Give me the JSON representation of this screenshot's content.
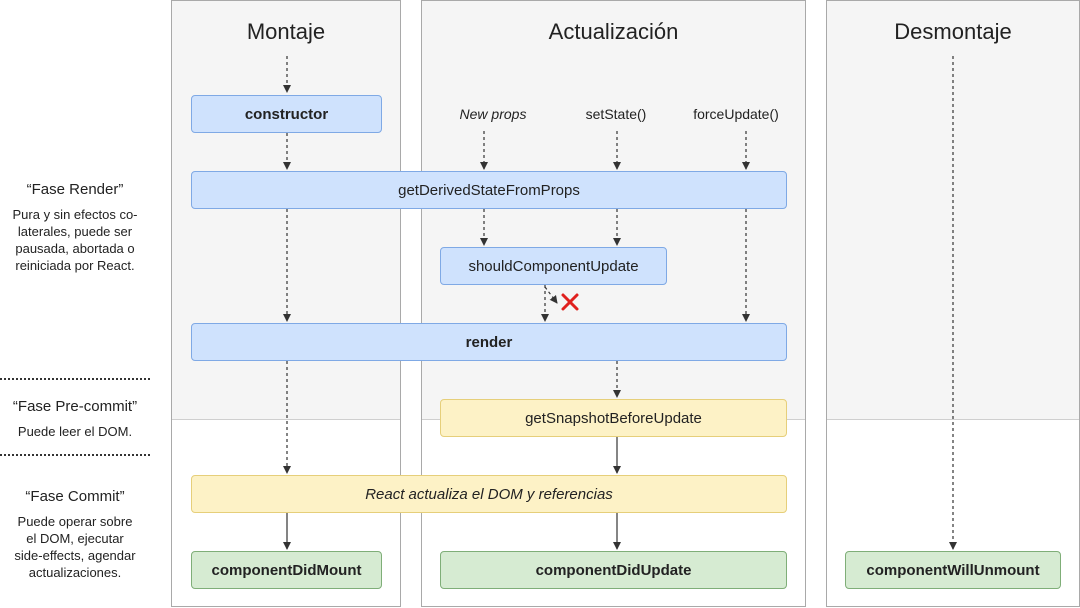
{
  "columns": {
    "mounting": "Montaje",
    "updating": "Actualización",
    "unmounting": "Desmontaje"
  },
  "phases": {
    "render": {
      "title": "“Fase Render”",
      "description": "Pura y sin efectos co-laterales, puede ser pausada, abortada o reiniciada por React."
    },
    "precommit": {
      "title": "“Fase Pre-commit”",
      "description": "Puede leer el DOM."
    },
    "commit": {
      "title": "“Fase Commit”",
      "description": "Puede operar sobre el DOM, ejecutar side-effects, agendar actualizaciones."
    }
  },
  "triggers": {
    "new_props": "New props",
    "set_state": "setState()",
    "force_update": "forceUpdate()"
  },
  "methods": {
    "constructor": "constructor",
    "get_derived_state_from_props": "getDerivedStateFromProps",
    "should_component_update": "shouldComponentUpdate",
    "render": "render",
    "get_snapshot_before_update": "getSnapshotBeforeUpdate",
    "react_updates_dom": "React actualiza el DOM y referencias",
    "component_did_mount": "componentDidMount",
    "component_did_update": "componentDidUpdate",
    "component_will_unmount": "componentWillUnmount"
  },
  "colors": {
    "render_phase": "#cfe2fd",
    "precommit_phase": "#fdf2c6",
    "commit_phase": "#d6ebd2",
    "cancel_mark": "#e0201e"
  }
}
